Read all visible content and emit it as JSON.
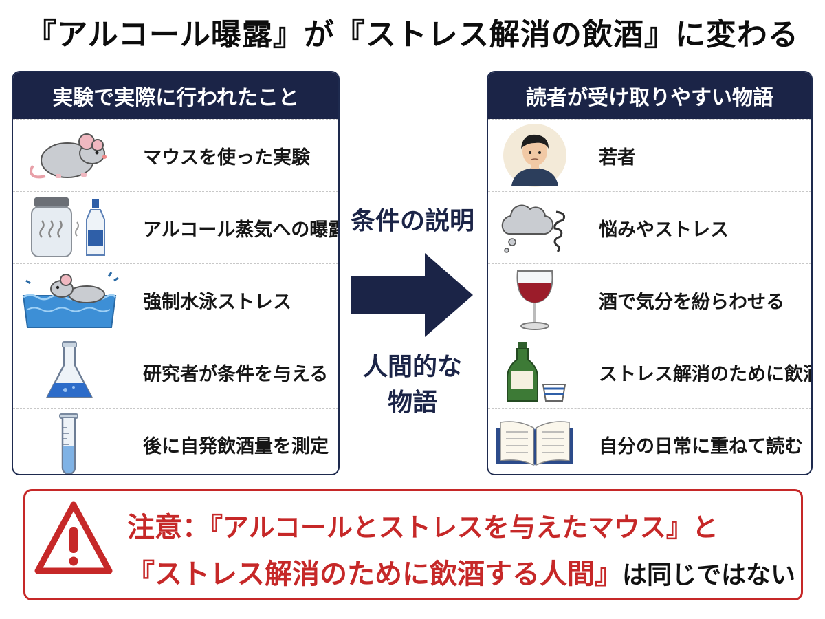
{
  "title": "『アルコール曝露』が『ストレス解消の飲酒』に変わる",
  "left_panel": {
    "header": "実験で実際に行われたこと",
    "rows": [
      {
        "label": "マウスを使った実験",
        "icon": "mouse-icon"
      },
      {
        "label": "アルコール蒸気への曝露",
        "icon": "jar-and-bottle-icon"
      },
      {
        "label": "強制水泳ストレス",
        "icon": "swimming-mouse-icon"
      },
      {
        "label": "研究者が条件を与える",
        "icon": "flask-icon"
      },
      {
        "label": "後に自発飲酒量を測定",
        "icon": "test-tube-icon"
      }
    ]
  },
  "right_panel": {
    "header": "読者が受け取りやすい物語",
    "rows": [
      {
        "label": "若者",
        "icon": "young-person-icon"
      },
      {
        "label": "悩みやストレス",
        "icon": "worry-cloud-icon"
      },
      {
        "label": "酒で気分を紛らわせる",
        "icon": "wine-glass-icon"
      },
      {
        "label": "ストレス解消のために飲酒",
        "icon": "sake-bottle-icon"
      },
      {
        "label": "自分の日常に重ねて読む",
        "icon": "open-book-icon"
      }
    ]
  },
  "middle": {
    "top_text": "条件の説明",
    "bottom_text_line1": "人間的な",
    "bottom_text_line2": "物語"
  },
  "warning": {
    "lead": "注意：",
    "line1_rest": "『アルコールとストレスを与えたマウス』と",
    "line2_red": "『ストレス解消のために飲酒する人間』",
    "line2_black": "は同じではない"
  },
  "colors": {
    "navy": "#1b2447",
    "warning_red": "#c62828"
  }
}
